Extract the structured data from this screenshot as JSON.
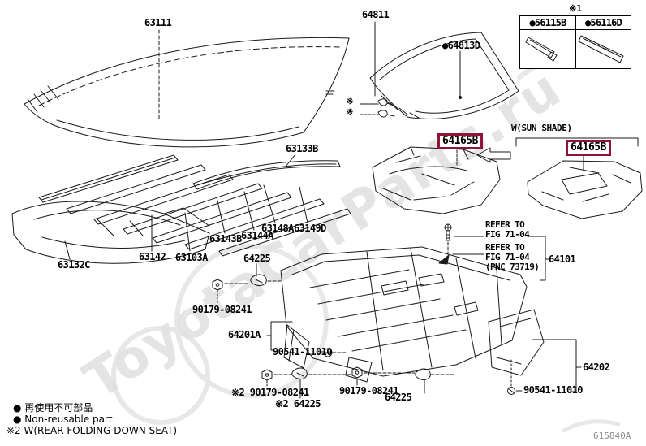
{
  "watermark": {
    "text": "ToyotaCarParts.ru"
  },
  "colors": {
    "highlight_border": "#8E1537",
    "line": "#1A1A1A",
    "watermark_gray": "#A5A5A5"
  },
  "reference_table": {
    "marker": "※1",
    "cells": [
      {
        "label": "●56115B"
      },
      {
        "label": "●56116D"
      }
    ]
  },
  "sun_shade": {
    "caption": "W(SUN SHADE)"
  },
  "highlighted_parts": [
    {
      "label": "64165B"
    },
    {
      "label": "64165B"
    }
  ],
  "glass_markers": [
    {
      "text": "※"
    },
    {
      "text": "※"
    }
  ],
  "refer_notes": [
    {
      "lines": [
        "REFER TO",
        "FIG 71-04"
      ]
    },
    {
      "lines": [
        "REFER TO",
        "FIG 71-04",
        "(PNC 73719)"
      ]
    }
  ],
  "part_labels": [
    {
      "id": "63111",
      "text": "63111"
    },
    {
      "id": "64811",
      "text": "64811"
    },
    {
      "id": "64813D",
      "text": "●64813D"
    },
    {
      "id": "63133B",
      "text": "63133B"
    },
    {
      "id": "63132C",
      "text": "63132C"
    },
    {
      "id": "63142",
      "text": "63142"
    },
    {
      "id": "63103A",
      "text": "63103A"
    },
    {
      "id": "63143B",
      "text": "63143B"
    },
    {
      "id": "63144A",
      "text": "63144A"
    },
    {
      "id": "63148A",
      "text": "63148A"
    },
    {
      "id": "63149D",
      "text": "63149D"
    },
    {
      "id": "64225-top",
      "text": "64225"
    },
    {
      "id": "90179-08241-top",
      "text": "90179-08241"
    },
    {
      "id": "64201A",
      "text": "64201A"
    },
    {
      "id": "90541-11010-left",
      "text": "90541-11010"
    },
    {
      "id": "90179-08241-note2",
      "text": "※2 90179-08241"
    },
    {
      "id": "64225-note2",
      "text": "※2 64225"
    },
    {
      "id": "90179-08241",
      "text": "90179-08241"
    },
    {
      "id": "64225-bottom",
      "text": "64225"
    },
    {
      "id": "90541-11010-right",
      "text": "90541-11010"
    },
    {
      "id": "64202",
      "text": "64202"
    },
    {
      "id": "64101",
      "text": "64101"
    }
  ],
  "footer": {
    "legend": [
      "● 再使用不可部品",
      "● Non-reusable part",
      "※2 W(REAR FOLDING DOWN SEAT)"
    ],
    "page_code": "615840A"
  }
}
